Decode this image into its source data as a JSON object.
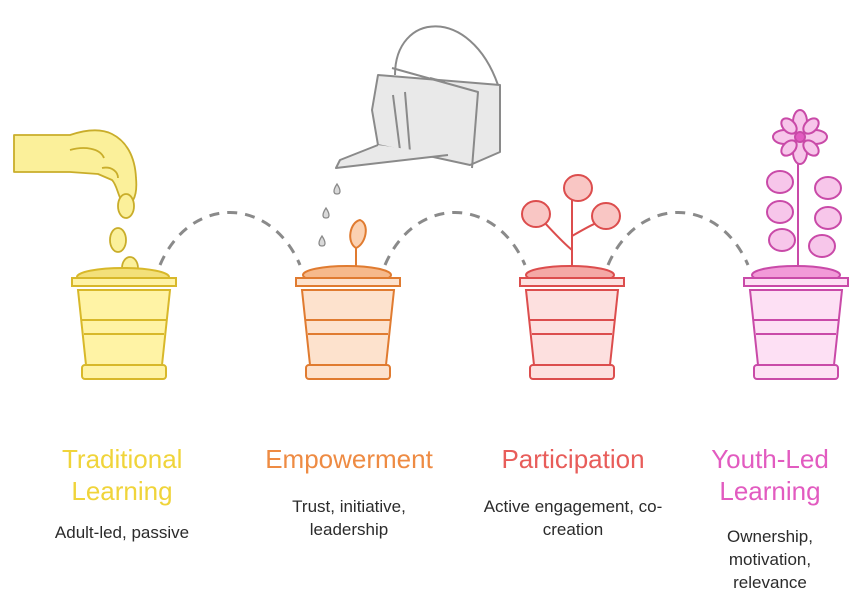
{
  "stages": [
    {
      "title": "Traditional Learning",
      "description": "Adult-led, passive",
      "color": "#f0d43a",
      "icon": "seed-pot-icon"
    },
    {
      "title": "Empowerment",
      "description": "Trust, initiative, leadership",
      "color": "#ee8b43",
      "icon": "sprout-pot-icon"
    },
    {
      "title": "Participation",
      "description": "Active engagement, co-creation",
      "color": "#e85d5a",
      "icon": "plant-pot-icon"
    },
    {
      "title": "Youth-Led Learning",
      "description": "Ownership, motivation, relevance",
      "color": "#e25bc0",
      "icon": "flower-pot-icon"
    }
  ],
  "decorations": {
    "hand": "hand-dropping-seeds-icon",
    "watering_can": "watering-can-icon",
    "connector": "dashed-arc-connector"
  }
}
